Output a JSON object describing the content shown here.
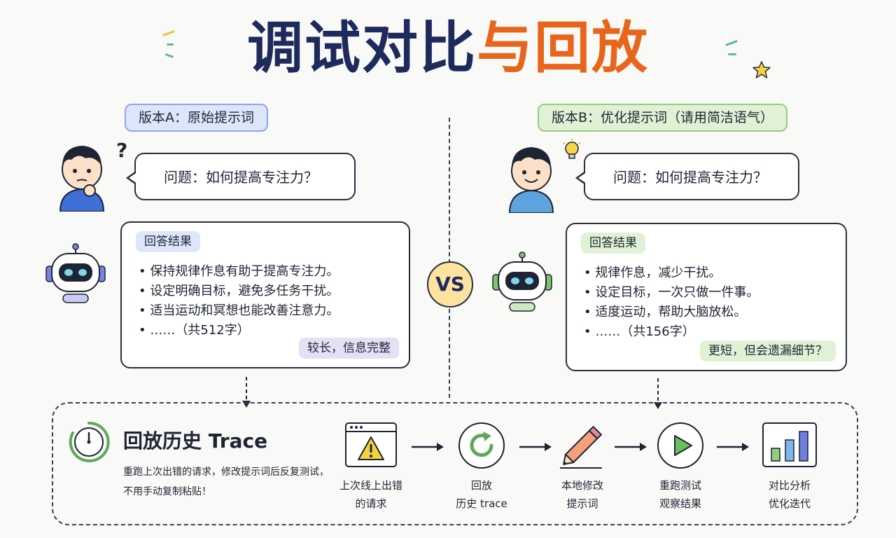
{
  "title": {
    "part1": "调试对比",
    "part2": "与回放"
  },
  "divider_label": "VS",
  "version_a": {
    "tag": "版本A：原始提示词",
    "question": "问题：如何提高专注力？",
    "card_header": "回答结果",
    "points": [
      "保持规律作息有助于提高专注力。",
      "设定明确目标，避免多任务干扰。",
      "适当运动和冥想也能改善注意力。",
      "……（共512字）"
    ],
    "note": "较长，信息完整"
  },
  "version_b": {
    "tag": "版本B：优化提示词（请用简洁语气）",
    "question": "问题：如何提高专注力？",
    "card_header": "回答结果",
    "points": [
      "规律作息，减少干扰。",
      "设定目标，一次只做一件事。",
      "适度运动，帮助大脑放松。",
      "……（共156字）"
    ],
    "note": "更短，但会遗漏细节？"
  },
  "trace": {
    "title": "回放历史 Trace",
    "description": "重跑上次出错的请求，修改提示词后反复测试，不用手动复制粘贴！",
    "steps": [
      {
        "label_line1": "上次线上出错",
        "label_line2": "的请求",
        "icon": "browser-warning-icon"
      },
      {
        "label_line1": "回放",
        "label_line2": "历史 trace",
        "icon": "replay-icon"
      },
      {
        "label_line1": "本地修改",
        "label_line2": "提示词",
        "icon": "pencil-icon"
      },
      {
        "label_line1": "重跑测试",
        "label_line2": "观察结果",
        "icon": "play-icon"
      },
      {
        "label_line1": "对比分析",
        "label_line2": "优化迭代",
        "icon": "bar-chart-icon"
      }
    ]
  },
  "colors": {
    "title_dark": "#1f2a5c",
    "title_accent": "#e8661c",
    "version_a_accent": "#8fa6e8",
    "version_b_accent": "#96cc80",
    "vs_fill": "#fde2a0"
  }
}
